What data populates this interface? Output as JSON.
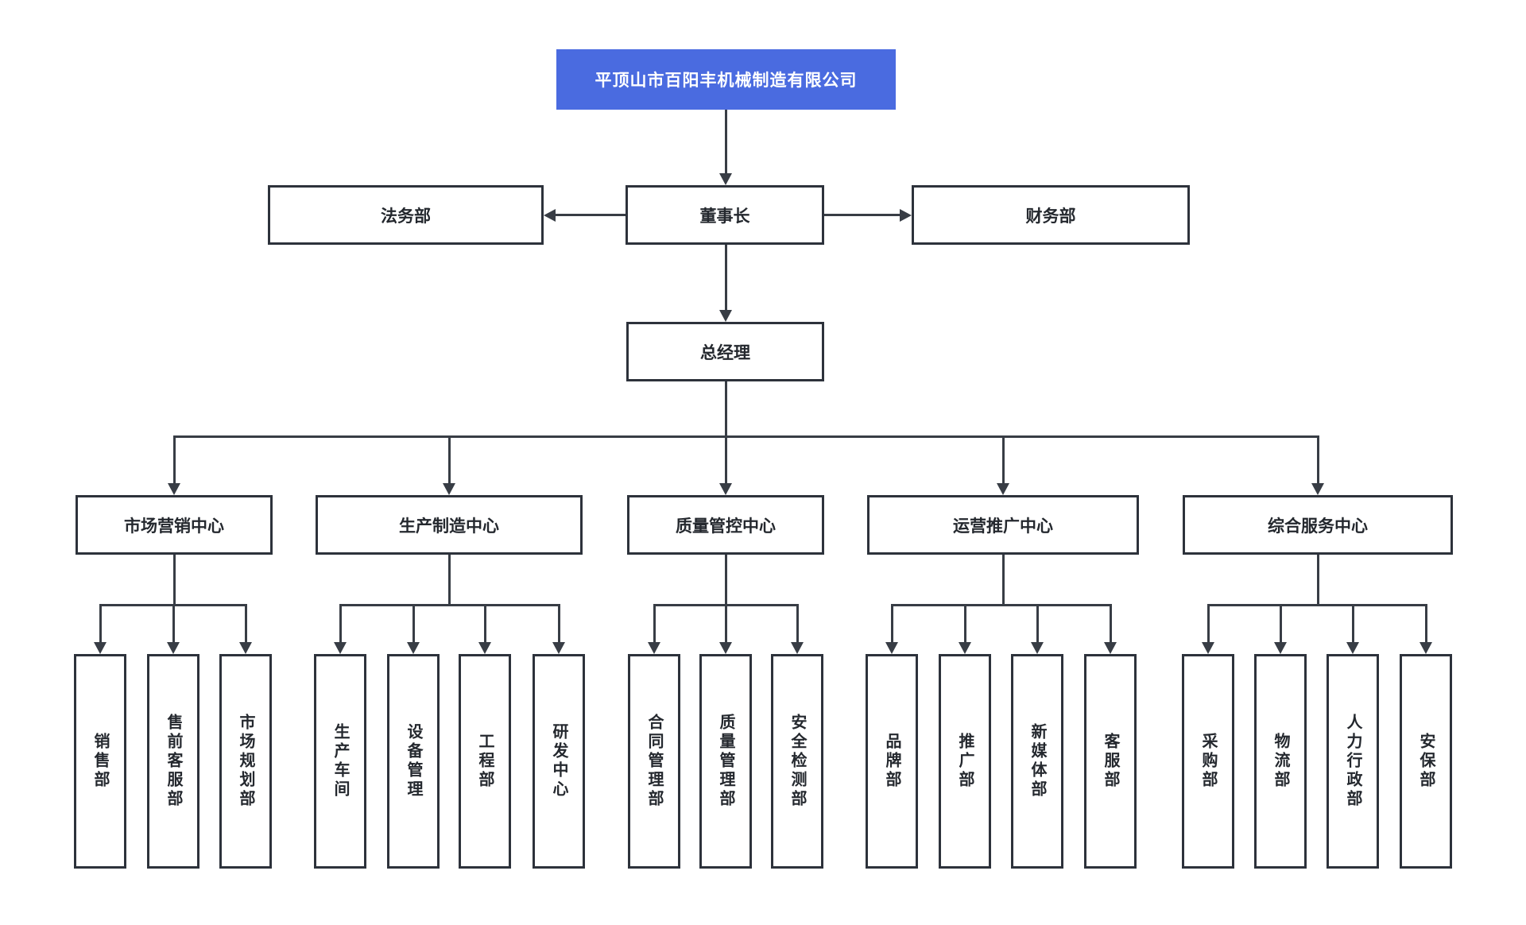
{
  "org": {
    "root": "平顶山市百阳丰机械制造有限公司",
    "chairman": "董事长",
    "legal": "法务部",
    "finance": "财务部",
    "general_manager": "总经理",
    "centers": [
      {
        "label": "市场营销中心",
        "children": [
          "销售部",
          "售前客服部",
          "市场规划部"
        ]
      },
      {
        "label": "生产制造中心",
        "children": [
          "生产车间",
          "设备管理",
          "工程部",
          "研发中心"
        ]
      },
      {
        "label": "质量管控中心",
        "children": [
          "合同管理部",
          "质量管理部",
          "安全检测部"
        ]
      },
      {
        "label": "运营推广中心",
        "children": [
          "品牌部",
          "推广部",
          "新媒体部",
          "客服部"
        ]
      },
      {
        "label": "综合服务中心",
        "children": [
          "采购部",
          "物流部",
          "人力行政部",
          "安保部"
        ]
      }
    ]
  },
  "colors": {
    "root_background": "#4a6be0",
    "root_text": "#ffffff",
    "box_background": "#ffffff",
    "box_border": "#2d323b",
    "connector_line": "#383d45",
    "label_text": "#24282e",
    "page_background": "#ffffff"
  }
}
